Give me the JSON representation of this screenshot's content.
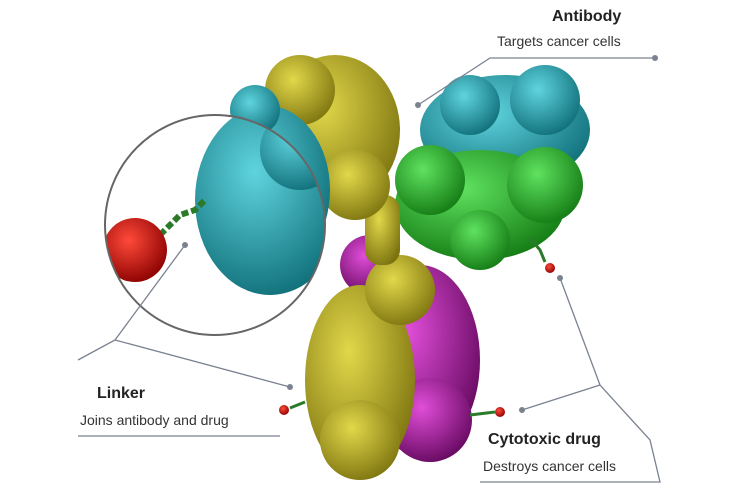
{
  "labels": {
    "antibody": {
      "title": "Antibody",
      "subtitle": "Targets cancer cells"
    },
    "linker": {
      "title": "Linker",
      "subtitle": "Joins antibody and drug"
    },
    "drug": {
      "title": "Cytotoxic drug",
      "subtitle": "Destroys cancer cells"
    }
  },
  "colors": {
    "heavy_chain": "#b5a91a",
    "light_chain_a": "#1fa9b5",
    "light_chain_b": "#2cb52c",
    "heavy_chain_b": "#a3179f",
    "drug": "#cc1111",
    "linker": "#2a7a2a",
    "callout_line": "#7a8290"
  }
}
